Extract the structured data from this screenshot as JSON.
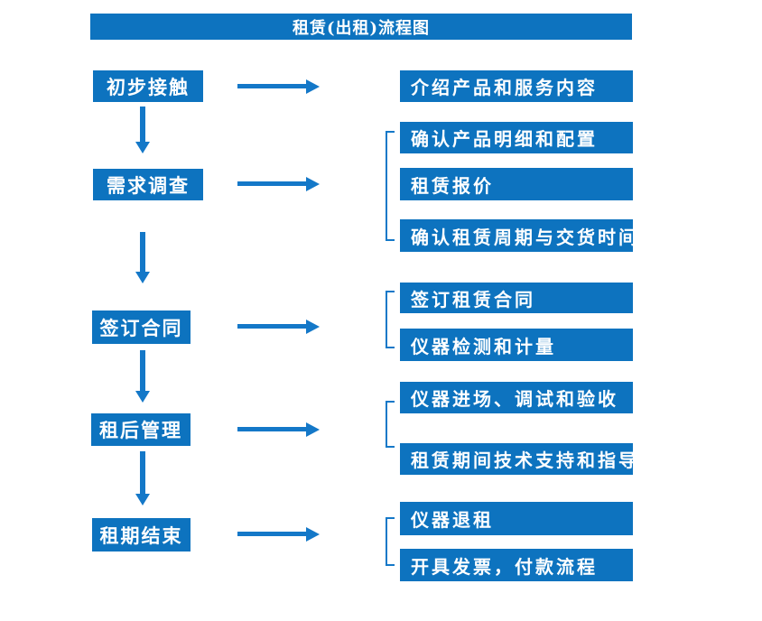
{
  "diagram": {
    "title": "租赁(出租)流程图",
    "colors": {
      "box": "#0d73bf",
      "arrow": "#1478c8",
      "text": "#ffffff"
    },
    "stages": [
      {
        "label": "初步接触"
      },
      {
        "label": "需求调查"
      },
      {
        "label": "签订合同"
      },
      {
        "label": "租后管理"
      },
      {
        "label": "租期结束"
      }
    ],
    "details": [
      {
        "label": "介绍产品和服务内容"
      },
      {
        "label": "确认产品明细和配置"
      },
      {
        "label": "租赁报价"
      },
      {
        "label": "确认租赁周期与交货时间"
      },
      {
        "label": "签订租赁合同"
      },
      {
        "label": "仪器检测和计量"
      },
      {
        "label": "仪器进场、调试和验收"
      },
      {
        "label": "租赁期间技术支持和指导"
      },
      {
        "label": "仪器退租"
      },
      {
        "label": "开具发票，付款流程"
      }
    ]
  }
}
